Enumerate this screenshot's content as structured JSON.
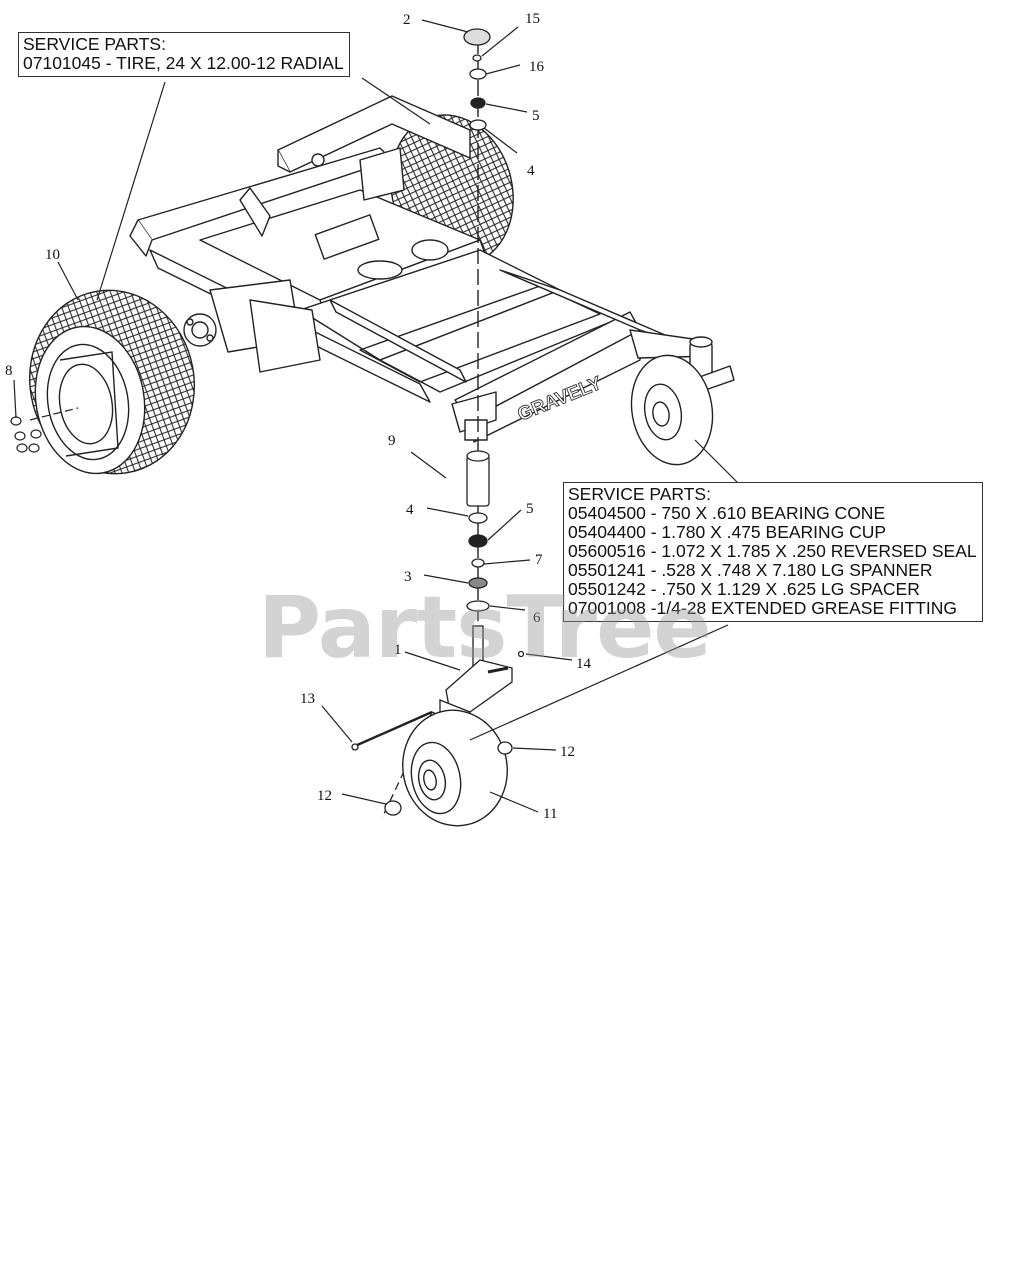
{
  "watermark": "PartsTree",
  "frame_logo": "GRAVELY",
  "service_left": {
    "lines": [
      "SERVICE PARTS:",
      "07101045 - TIRE, 24 X 12.00-12 RADIAL"
    ]
  },
  "service_right": {
    "lines": [
      "SERVICE PARTS:",
      "05404500 - 750 X .610 BEARING CONE",
      "05404400 - 1.780 X .475 BEARING CUP",
      "05600516 - 1.072 X 1.785 X .250 REVERSED SEAL",
      "05501241 - .528 X .748 X 7.180 LG SPANNER",
      "05501242 - .750 X 1.129 X .625 LG SPACER",
      "07001008 -1/4-28 EXTENDED GREASE FITTING"
    ]
  },
  "part_numbers": [
    "2",
    "15",
    "16",
    "5",
    "4",
    "10",
    "8",
    "9",
    "4",
    "5",
    "7",
    "3",
    "6",
    "1",
    "14",
    "13",
    "12",
    "12",
    "11"
  ]
}
